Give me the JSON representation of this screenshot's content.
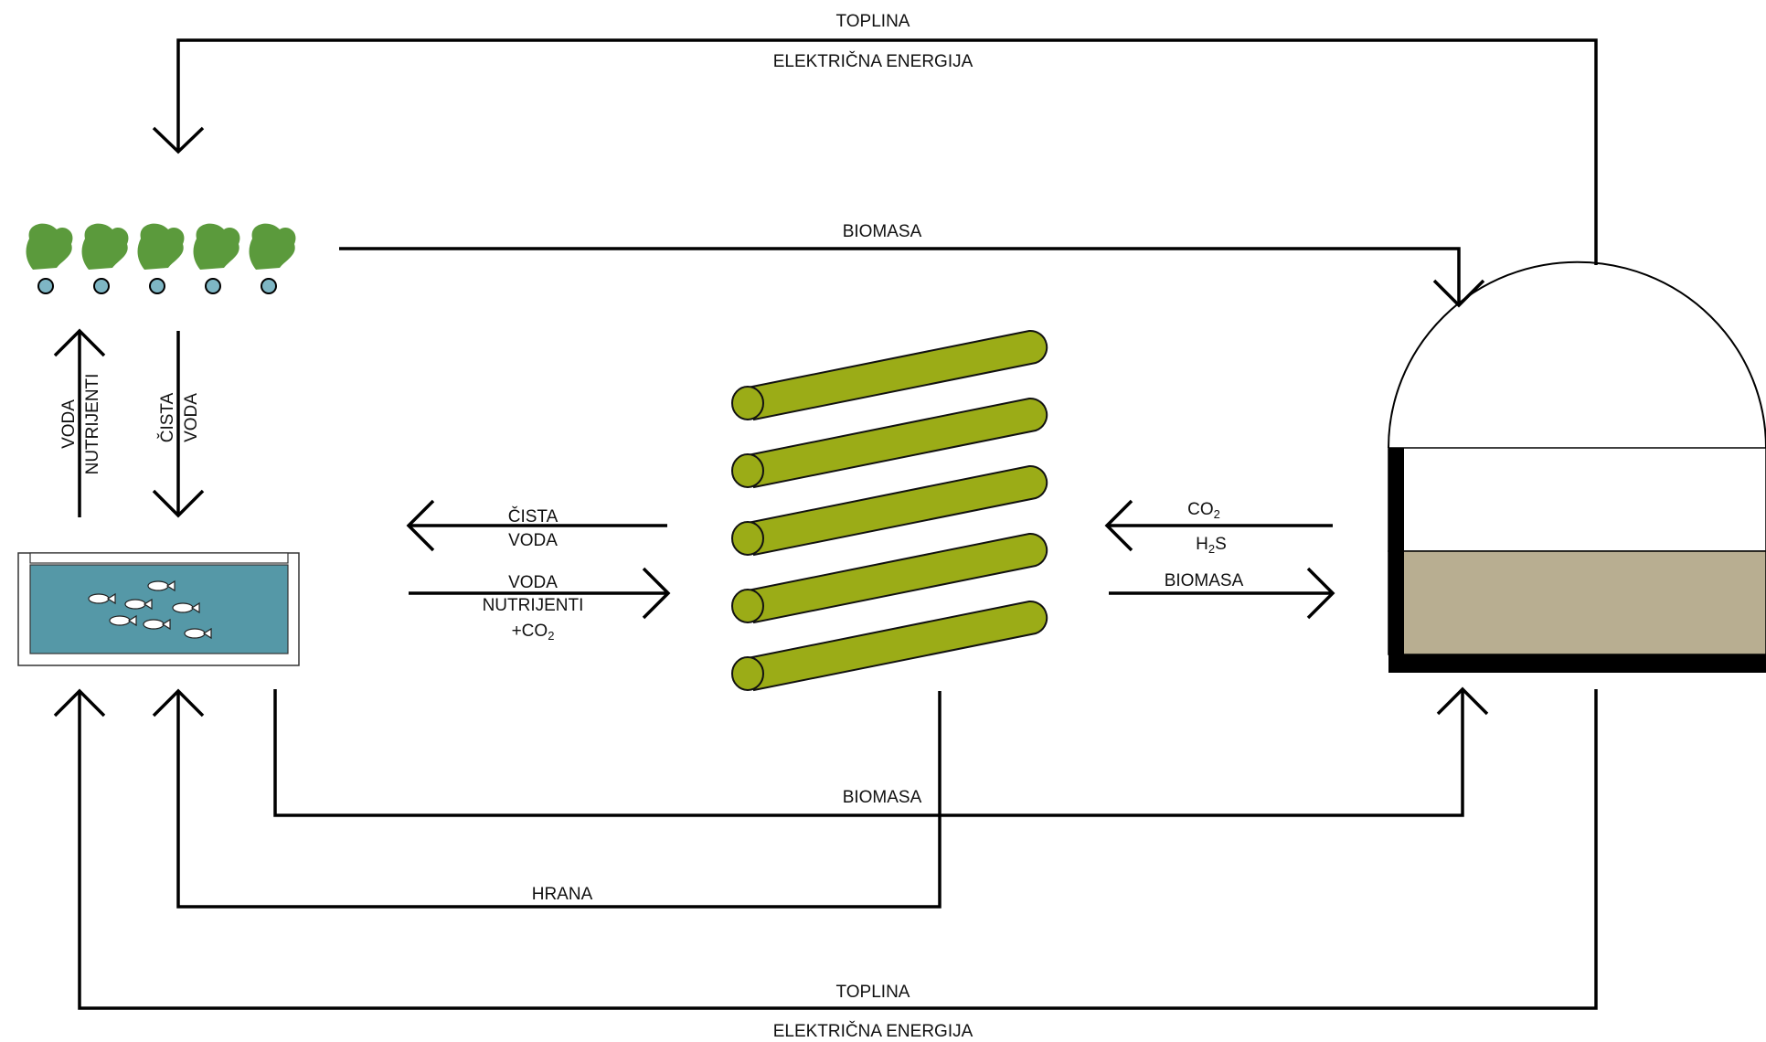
{
  "labels": {
    "top_heat": "TOPLINA",
    "top_electric": "ELEKTRIČNA ENERGIJA",
    "biomass_top": "BIOMASA",
    "plants_up_1": "VODA",
    "plants_up_2": "NUTRIJENTI",
    "plants_down_1": "ČISTA",
    "plants_down_2": "VODA",
    "clean_water_1": "ČISTA",
    "clean_water_2": "VODA",
    "to_algae_1": "VODA",
    "to_algae_2": "NUTRIJENTI",
    "to_algae_3": "+CO",
    "to_algae_3_sub": "2",
    "gas_co2": "CO",
    "gas_co2_sub": "2",
    "gas_h2s_h": "H",
    "gas_h2s_sub": "2",
    "gas_h2s_s": "S",
    "biomass_right": "BIOMASA",
    "biomass_bottom": "BIOMASA",
    "food": "HRANA",
    "bottom_heat": "TOPLINA",
    "bottom_electric": "ELEKTRIČNA ENERGIJA"
  },
  "colors": {
    "plant_green": "#5b9a3c",
    "root_blue": "#7eb6c4",
    "water": "#5598a7",
    "tube_green": "#9bac17",
    "digester_fill": "#b8ae91",
    "line": "#000000"
  },
  "icons": {
    "plants": "plant-icon",
    "fish": "fish-icon",
    "photobioreactor": "algae-tube-icon",
    "digester": "biogas-digester-icon"
  }
}
